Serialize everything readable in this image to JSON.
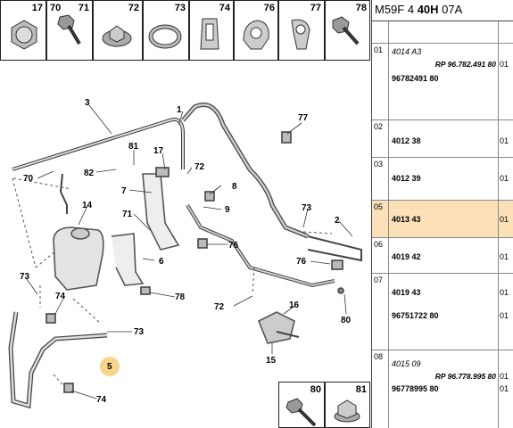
{
  "header": {
    "model_prefix": "M59F 4 ",
    "model_bold": "40H",
    "model_suffix": " 07A"
  },
  "thumbnails": [
    {
      "number": "17",
      "icon": "cap-nut-icon"
    },
    {
      "number": "70",
      "icon": "bolt-icon"
    },
    {
      "number": "71",
      "icon": "bolt-icon"
    },
    {
      "number": "72",
      "icon": "washer-nut-icon"
    },
    {
      "number": "73",
      "icon": "hose-clamp-icon"
    },
    {
      "number": "74",
      "icon": "clip-icon"
    },
    {
      "number": "76",
      "icon": "pipe-clip-icon"
    },
    {
      "number": "77",
      "icon": "clamp-icon"
    },
    {
      "number": "78",
      "icon": "flange-bolt-icon"
    }
  ],
  "thumb_extra_label": "82",
  "bottom_thumbs": [
    {
      "number": "80",
      "icon": "bolt-icon"
    },
    {
      "number": "81",
      "icon": "flange-nut-icon"
    }
  ],
  "diagram_labels": {
    "l1": "1",
    "l2": "2",
    "l3": "3",
    "l5": "5",
    "l6": "6",
    "l7": "7",
    "l8": "8",
    "l9": "9",
    "l14": "14",
    "l15": "15",
    "l16": "16",
    "l17": "17",
    "l70": "70",
    "l71": "71",
    "l72a": "72",
    "l72b": "72",
    "l73a": "73",
    "l73b": "73",
    "l73c": "73",
    "l74a": "74",
    "l74b": "74",
    "l76a": "76",
    "l76b": "76",
    "l77": "77",
    "l78": "78",
    "l80": "80",
    "l81": "81",
    "l82": "82"
  },
  "parts": [
    {
      "index": "01",
      "qty": "01",
      "lines": [
        "4014 A3",
        "RP 96.782.491 80",
        "96782491 80"
      ],
      "selected": false
    },
    {
      "index": "02",
      "qty": "01",
      "lines": [
        "4012 38"
      ],
      "selected": false
    },
    {
      "index": "03",
      "qty": "01",
      "lines": [
        "4012 39"
      ],
      "selected": false
    },
    {
      "index": "05",
      "qty": "01",
      "lines": [
        "4013 43"
      ],
      "selected": true
    },
    {
      "index": "06",
      "qty": "01",
      "lines": [
        "4019 42"
      ],
      "selected": false
    },
    {
      "index": "07",
      "qty": "01",
      "lines": [
        "4019 43",
        "96751722 80"
      ],
      "selected": false
    },
    {
      "index": "08",
      "qty": "01",
      "lines": [
        "4015 09",
        "RP 96.778.995 80",
        "96778995 80"
      ],
      "selected": false
    }
  ],
  "colors": {
    "selected_row": "#fbe0b8",
    "highlight_circle": "#f7d58a"
  }
}
